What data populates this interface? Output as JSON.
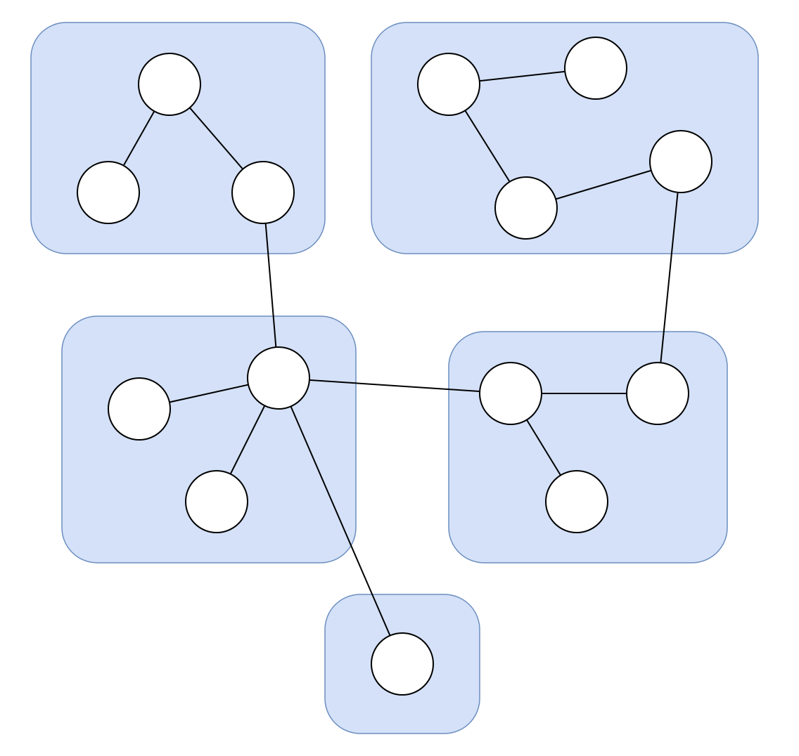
{
  "diagram": {
    "type": "network",
    "colors": {
      "cluster_fill": "#d4e1f8",
      "cluster_stroke": "#6c8ebf",
      "node_fill": "#ffffff",
      "node_stroke": "#000000",
      "edge": "#000000"
    },
    "clusters": [
      {
        "id": "c1",
        "nodes": [
          "n1",
          "n2",
          "n3"
        ]
      },
      {
        "id": "c2",
        "nodes": [
          "n4",
          "n5",
          "n6",
          "n7"
        ]
      },
      {
        "id": "c3",
        "nodes": [
          "n8",
          "n9",
          "n10"
        ]
      },
      {
        "id": "c4",
        "nodes": [
          "n11",
          "n12",
          "n13"
        ]
      },
      {
        "id": "c5",
        "nodes": [
          "n14"
        ]
      }
    ],
    "nodes": [
      "n1",
      "n2",
      "n3",
      "n4",
      "n5",
      "n6",
      "n7",
      "n8",
      "n9",
      "n10",
      "n11",
      "n12",
      "n13",
      "n14"
    ],
    "edges": [
      [
        "n1",
        "n2"
      ],
      [
        "n1",
        "n3"
      ],
      [
        "n4",
        "n5"
      ],
      [
        "n4",
        "n6"
      ],
      [
        "n6",
        "n7"
      ],
      [
        "n3",
        "n9"
      ],
      [
        "n8",
        "n9"
      ],
      [
        "n9",
        "n10"
      ],
      [
        "n9",
        "n14"
      ],
      [
        "n9",
        "n11"
      ],
      [
        "n11",
        "n12"
      ],
      [
        "n11",
        "n13"
      ],
      [
        "n7",
        "n12"
      ]
    ]
  }
}
